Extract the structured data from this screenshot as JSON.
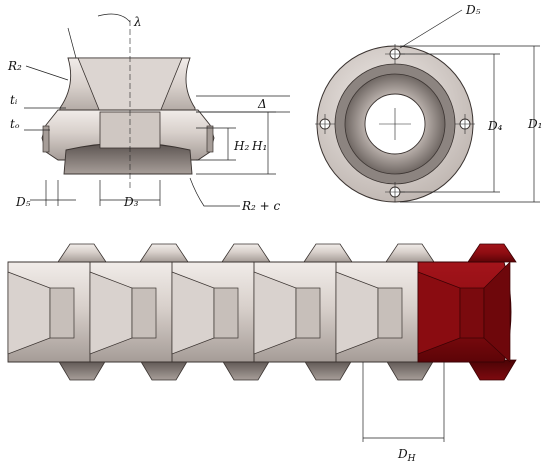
{
  "labels": {
    "lambda": "λ",
    "R2": "R₂",
    "ti": "tᵢ",
    "to": "tₒ",
    "delta": "Δ",
    "H2": "H₂",
    "H1": "H₁",
    "D5_left": "D₅",
    "D3": "D₃",
    "R2c": "R₂ + c",
    "D5_top": "D₅",
    "D4": "D₄",
    "D1": "D₁",
    "DH": "D_H"
  },
  "colors": {
    "metal_light": "#e7e1dd",
    "metal_mid": "#c9c1bc",
    "metal_dark": "#8a817d",
    "highlight": "#8e0d12",
    "highlight_dark": "#5d0407"
  }
}
